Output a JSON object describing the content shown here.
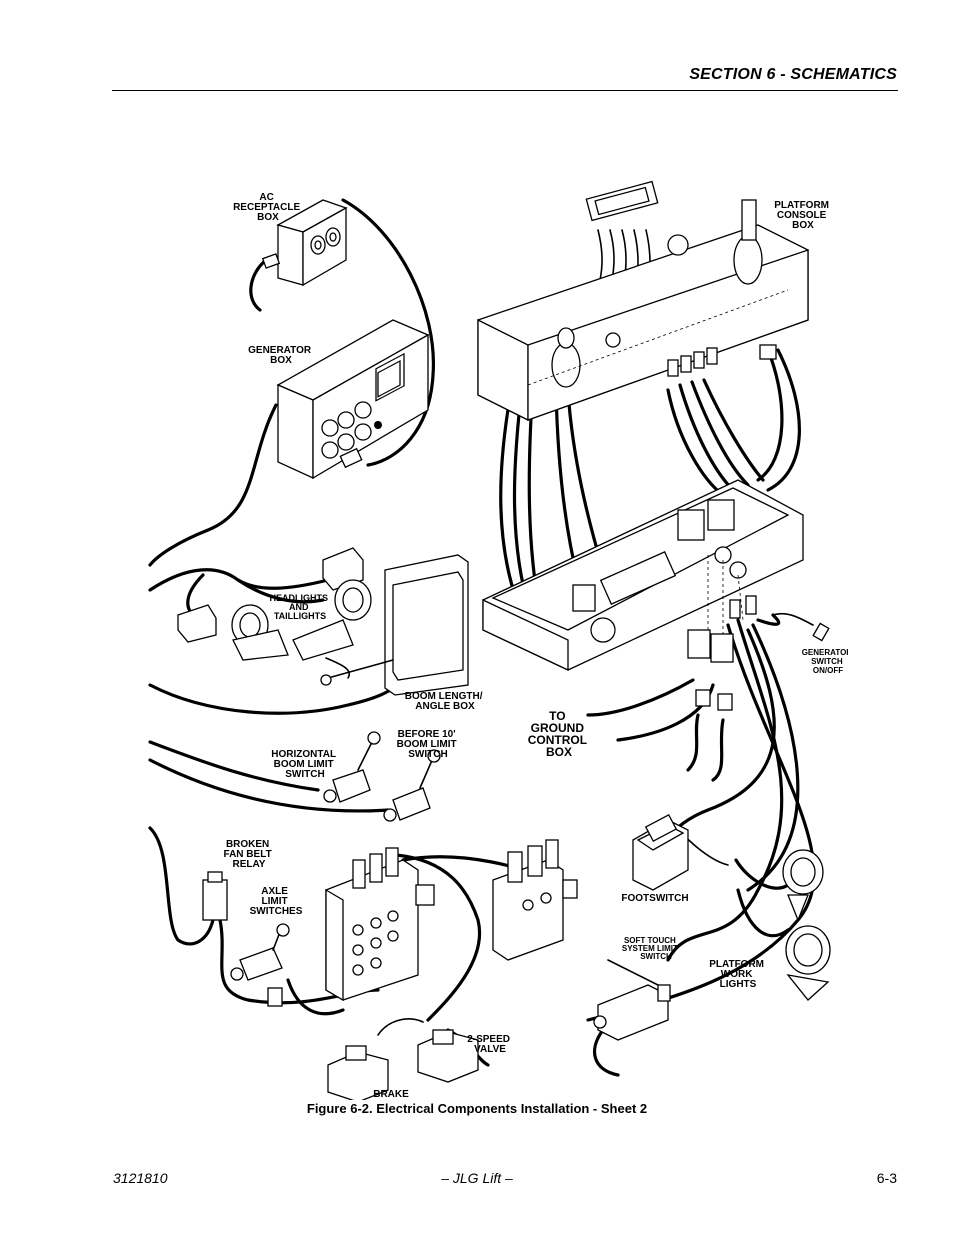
{
  "header": {
    "section_title": "SECTION 6 - SCHEMATICS"
  },
  "diagram": {
    "labels": {
      "ac_receptacle_box": [
        "AC",
        "RECEPTACLE",
        "BOX"
      ],
      "platform_console_box": [
        "PLATFORM",
        "CONSOLE",
        "BOX"
      ],
      "generator_box": [
        "GENERATOR",
        "BOX"
      ],
      "headlights_taillights": [
        "HEADLIGHTS",
        "AND",
        "TAILLIGHTS"
      ],
      "boom_length_angle_box": [
        "BOOM LENGTH/",
        "ANGLE BOX"
      ],
      "generator_switch": [
        "GENERATOR",
        "SWITCH",
        "ON/OFF"
      ],
      "to_ground_control_box": [
        "TO",
        "GROUND",
        "CONTROL",
        "BOX"
      ],
      "horizontal_boom_limit_switch": [
        "HORIZONTAL",
        "BOOM LIMIT",
        "SWITCH"
      ],
      "before_10_boom_limit_switch": [
        "BEFORE 10'",
        "BOOM LIMIT",
        "SWITCH"
      ],
      "broken_fan_belt_relay": [
        "BROKEN",
        "FAN BELT",
        "RELAY"
      ],
      "axle_limit_switches": [
        "AXLE",
        "LIMIT",
        "SWITCHES"
      ],
      "footswitch": [
        "FOOTSWITCH"
      ],
      "soft_touch_system_limit_switch": [
        "SOFT TOUCH",
        "SYSTEM LIMIT",
        "SWITCH"
      ],
      "platform_work_lights": [
        "PLATFORM",
        "WORK",
        "LIGHTS"
      ],
      "two_speed_valve": [
        "2-SPEED",
        "VALVE"
      ],
      "brake": [
        "BRAKE"
      ]
    }
  },
  "caption": "Figure 6-2.  Electrical Components Installation - Sheet 2",
  "footer": {
    "doc_number": "3121810",
    "publisher": "– JLG Lift –",
    "page_number": "6-3"
  }
}
